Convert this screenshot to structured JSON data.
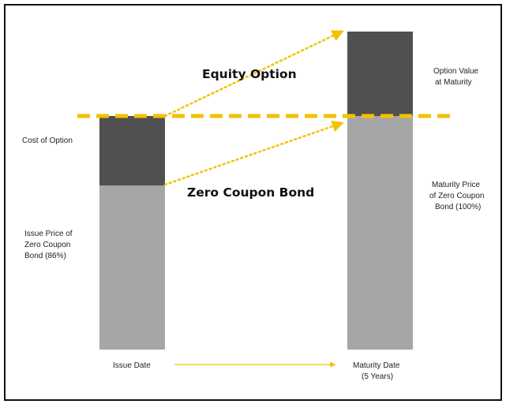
{
  "diagram": {
    "title_equity_option": "Equity Option",
    "title_zero_coupon_bond": "Zero Coupon Bond",
    "left_labels": {
      "cost_of_option": "Cost of Option",
      "issue_price": [
        "Issue Price of",
        "Zero Coupon",
        "Bond (86%)"
      ]
    },
    "right_labels": {
      "option_value": [
        "Option Value",
        "at Maturity"
      ],
      "maturity_price": [
        "Maturity Price",
        "of Zero Coupon",
        "Bond (100%)"
      ]
    },
    "axis": {
      "issue_date": "Issue Date",
      "maturity_date": [
        "Maturity Date",
        "(5 Years)"
      ]
    },
    "colors": {
      "dark_block": "#505050",
      "light_block": "#a6a6a6",
      "dashed_line": "#f2c200",
      "dotted_arrow": "#f2c200",
      "text": "#222222"
    }
  }
}
